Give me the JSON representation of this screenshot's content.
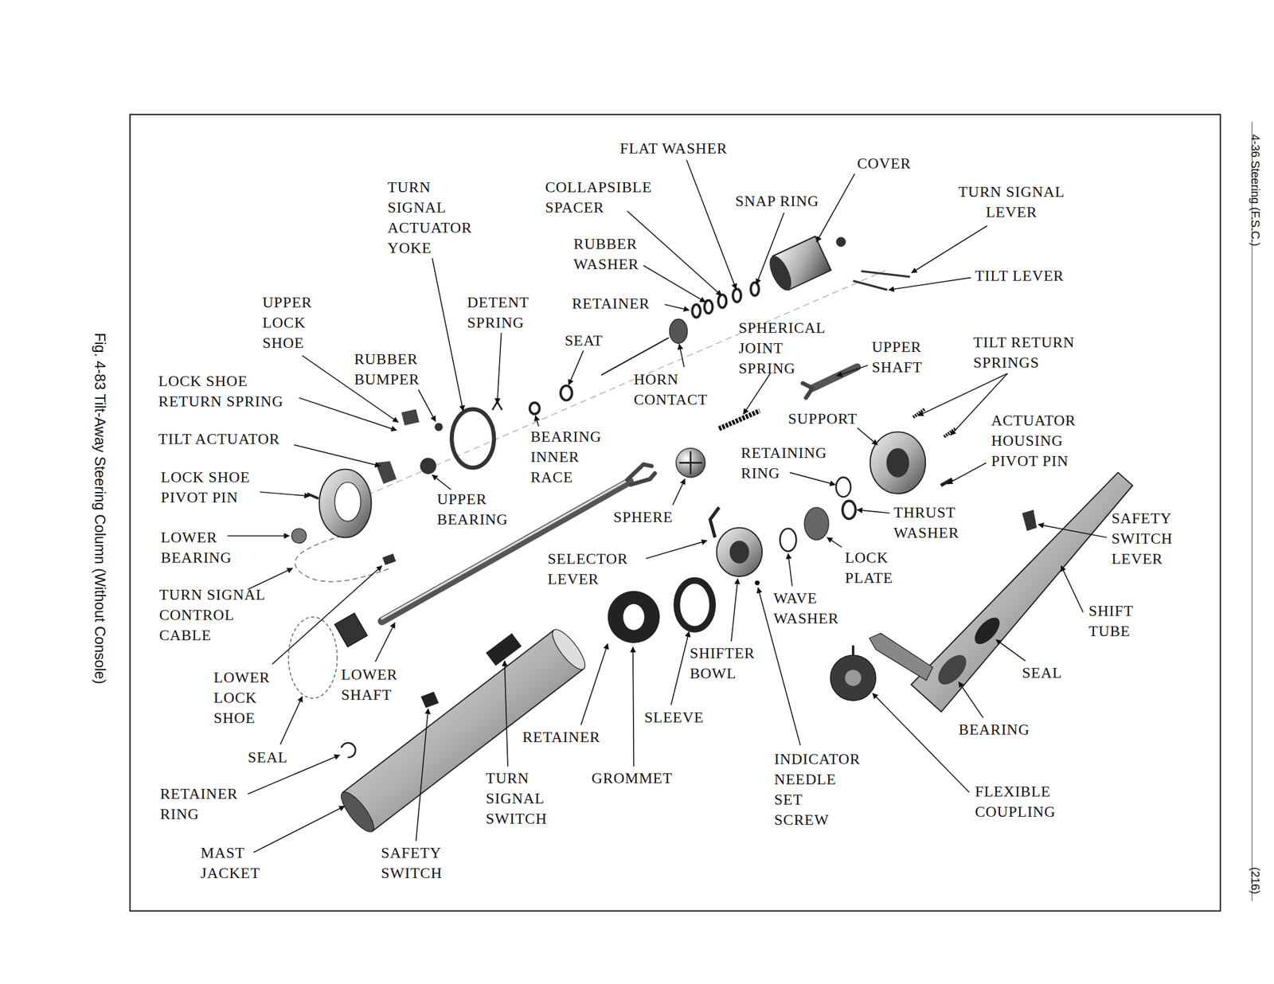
{
  "diagram": {
    "caption": "Fig. 4-83 Tilt-Away Steering Column (Without Console)",
    "labels": [
      "FLAT WASHER",
      "COVER",
      "COLLAPSIBLE SPACER",
      "SNAP RING",
      "TURN SIGNAL LEVER",
      "TURN SIGNAL ACTUATOR YOKE",
      "RUBBER WASHER",
      "TILT LEVER",
      "UPPER LOCK SHOE",
      "DETENT SPRING",
      "RETAINER",
      "SPHERICAL JOINT SPRING",
      "SEAT",
      "UPPER SHAFT",
      "TILT RETURN SPRINGS",
      "RUBBER BUMPER",
      "LOCK SHOE RETURN SPRING",
      "HORN CONTACT",
      "SUPPORT",
      "ACTUATOR HOUSING PIVOT PIN",
      "TILT ACTUATOR",
      "BEARING INNER RACE",
      "RETAINING RING",
      "LOCK SHOE PIVOT PIN",
      "UPPER BEARING",
      "SPHERE",
      "THRUST WASHER",
      "SAFETY SWITCH LEVER",
      "LOWER BEARING",
      "SELECTOR LEVER",
      "LOCK PLATE",
      "TURN SIGNAL CONTROL CABLE",
      "WAVE WASHER",
      "SHIFT TUBE",
      "SHIFTER BOWL",
      "LOWER LOCK SHOE",
      "LOWER SHAFT",
      "SEAL",
      "SLEEVE",
      "BEARING",
      "RETAINER",
      "SEAL",
      "INDICATOR NEEDLE SET SCREW",
      "GROMMET",
      "TURN SIGNAL SWITCH",
      "FLEXIBLE COUPLING",
      "RETAINER RING",
      "MAST JACKET",
      "SAFETY SWITCH",
      "4-36 Steering (F.S.C.)",
      "(216)"
    ]
  }
}
